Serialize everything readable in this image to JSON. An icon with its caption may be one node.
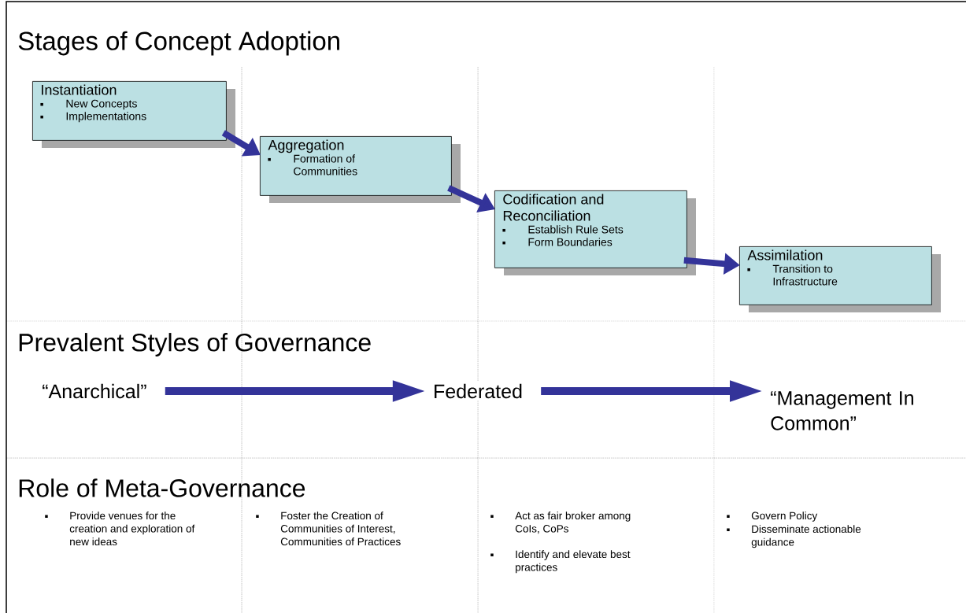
{
  "diagram": {
    "title": "Stages of Concept Adoption",
    "nodes": [
      {
        "text": [
          "Instantiation",
          "New Concepts",
          "Implementations"
        ]
      },
      {
        "text": [
          "Aggregation",
          "Formation of Communities"
        ]
      },
      {
        "text": [
          "Codification and Reconciliation",
          "Establish Rule Sets",
          "Form Boundaries"
        ]
      },
      {
        "text": [
          "Assimilation",
          "Transition to Infrastructure"
        ]
      },
      {
        "text": [
          "“Anarchical”"
        ]
      },
      {
        "text": [
          "Federated"
        ]
      },
      {
        "text": [
          "“Management In Common”"
        ]
      }
    ],
    "edges": [
      {
        "from": 0,
        "to": 1,
        "arrow": "to"
      },
      {
        "from": 1,
        "to": 2,
        "arrow": "to"
      },
      {
        "from": 2,
        "to": 3,
        "arrow": "to"
      },
      {
        "from": 4,
        "to": 5,
        "arrow": "to"
      },
      {
        "from": 5,
        "to": 6,
        "arrow": "to"
      }
    ],
    "labels": [
      "Prevalent Styles of Governance",
      "Role of Meta-Governance",
      "Provide venues for the creation and exploration of new ideas",
      "Foster the Creation of Communities of Interest, Communities of Practices",
      "Act as fair broker among CoIs, CoPs",
      "Identify and elevate best practices",
      "Govern Policy",
      "Disseminate actionable guidance"
    ]
  }
}
